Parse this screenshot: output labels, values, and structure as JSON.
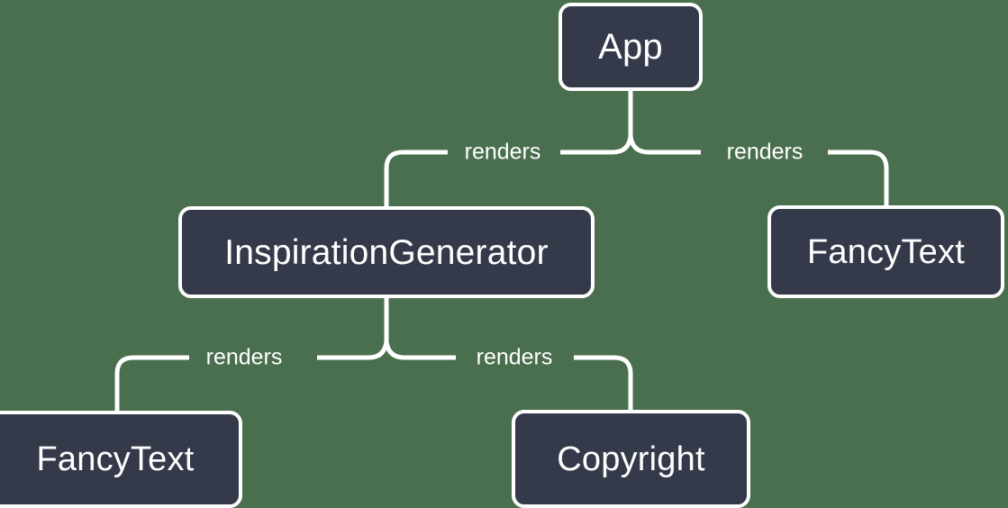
{
  "diagram": {
    "type": "component-tree",
    "background_color": "#4a6f4e",
    "node_fill_color": "#343a4a",
    "node_border_color": "#ffffff",
    "edge_color": "#ffffff",
    "nodes": [
      {
        "id": "app",
        "label": "App"
      },
      {
        "id": "inspgen",
        "label": "InspirationGenerator"
      },
      {
        "id": "fancy_right",
        "label": "FancyText"
      },
      {
        "id": "fancy_left",
        "label": "FancyText"
      },
      {
        "id": "copyright",
        "label": "Copyright"
      }
    ],
    "edges": [
      {
        "from": "app",
        "to": "inspgen",
        "label": "renders"
      },
      {
        "from": "app",
        "to": "fancy_right",
        "label": "renders"
      },
      {
        "from": "inspgen",
        "to": "fancy_left",
        "label": "renders"
      },
      {
        "from": "inspgen",
        "to": "copyright",
        "label": "renders"
      }
    ],
    "edge_labels": {
      "app_to_inspgen": "renders",
      "app_to_fancy_right": "renders",
      "inspgen_to_fancy_left": "renders",
      "inspgen_to_copyright": "renders"
    }
  }
}
